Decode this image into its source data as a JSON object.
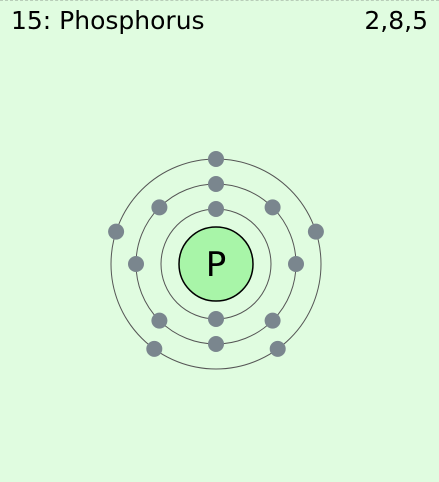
{
  "header": {
    "element_name": "15: Phosphorus",
    "configuration": "2,8,5"
  },
  "atom": {
    "symbol": "P",
    "shell_electron_counts": [
      2,
      8,
      5
    ]
  },
  "colors": {
    "background": "#e0fce0",
    "nucleus": "#a8f5a8",
    "electron": "#7a868e",
    "shell": "#555555"
  }
}
